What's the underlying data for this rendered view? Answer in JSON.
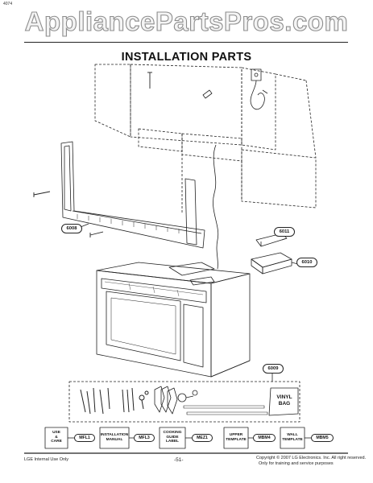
{
  "header": {
    "corner_mark": "4074",
    "watermark": "AppliancePartsPros.com",
    "title": "INSTALLATION PARTS"
  },
  "callouts": {
    "frame": "6008",
    "cover": "6011",
    "duct": "6010",
    "kit": "6009"
  },
  "kit_bag": {
    "line1": "VINYL",
    "line2": "BAG"
  },
  "docs": [
    {
      "lines": [
        "USE",
        "&",
        "CARE"
      ],
      "code": "MFL1"
    },
    {
      "lines": [
        "INSTALLATION",
        "MANUAL"
      ],
      "code": "MFL3"
    },
    {
      "lines": [
        "COOKING",
        "GUIDE",
        "LABEL"
      ],
      "code": "MEZ1"
    },
    {
      "lines": [
        "UPPER",
        "TEMPLATE"
      ],
      "code": "MBM4"
    },
    {
      "lines": [
        "WALL",
        "TEMPLATE"
      ],
      "code": "MBM5"
    }
  ],
  "footer": {
    "left": "LGE Internal Use Only",
    "page": "-51-",
    "copyright": "Copyright © 2007 LG Electronics. Inc. All right reserved.",
    "copyright2": "Only for training and service purposes"
  },
  "colors": {
    "line": "#222222",
    "watermark_fill": "#f4f4f4",
    "watermark_stroke": "#8d8d8d"
  }
}
